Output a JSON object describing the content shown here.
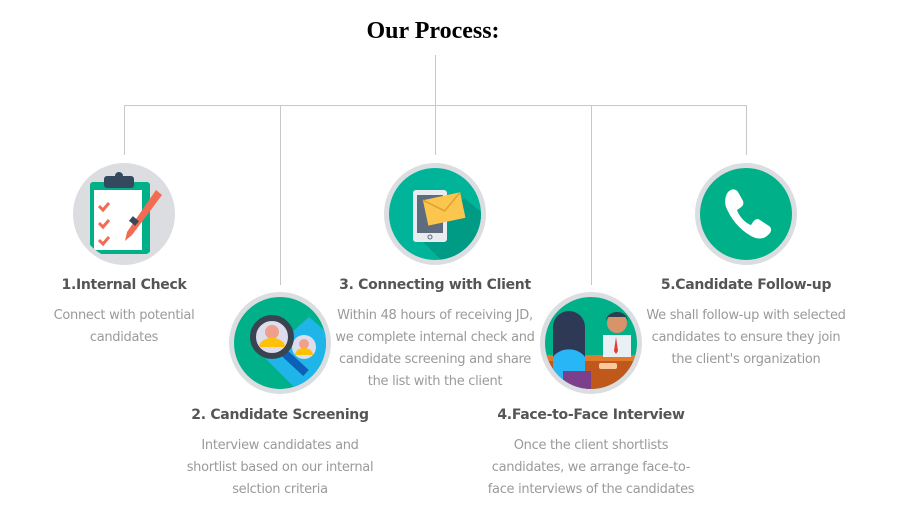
{
  "heading": "Our Process:",
  "steps": [
    {
      "title": "1.Internal Check",
      "desc": "Connect with potential candidates",
      "icon": "clipboard-checklist-icon"
    },
    {
      "title": "2. Candidate Screening",
      "desc": "Interview candidates and shortlist based on our internal selction criteria",
      "icon": "magnifier-candidates-icon"
    },
    {
      "title": "3. Connecting with Client",
      "desc": "Within 48 hours of receiving JD, we complete internal check and candidate screening and share the list with the client",
      "icon": "tablet-mail-icon"
    },
    {
      "title": "4.Face-to-Face Interview",
      "desc": "Once the client shortlists candidates, we arrange face-to-face interviews of the candidates",
      "icon": "interview-icon"
    },
    {
      "title": "5.Candidate Follow-up",
      "desc": "We shall follow-up with selected candidates to ensure they join the client's organization",
      "icon": "phone-icon"
    }
  ],
  "colors": {
    "accent": "#00b089",
    "ring": "#dcdde0"
  }
}
